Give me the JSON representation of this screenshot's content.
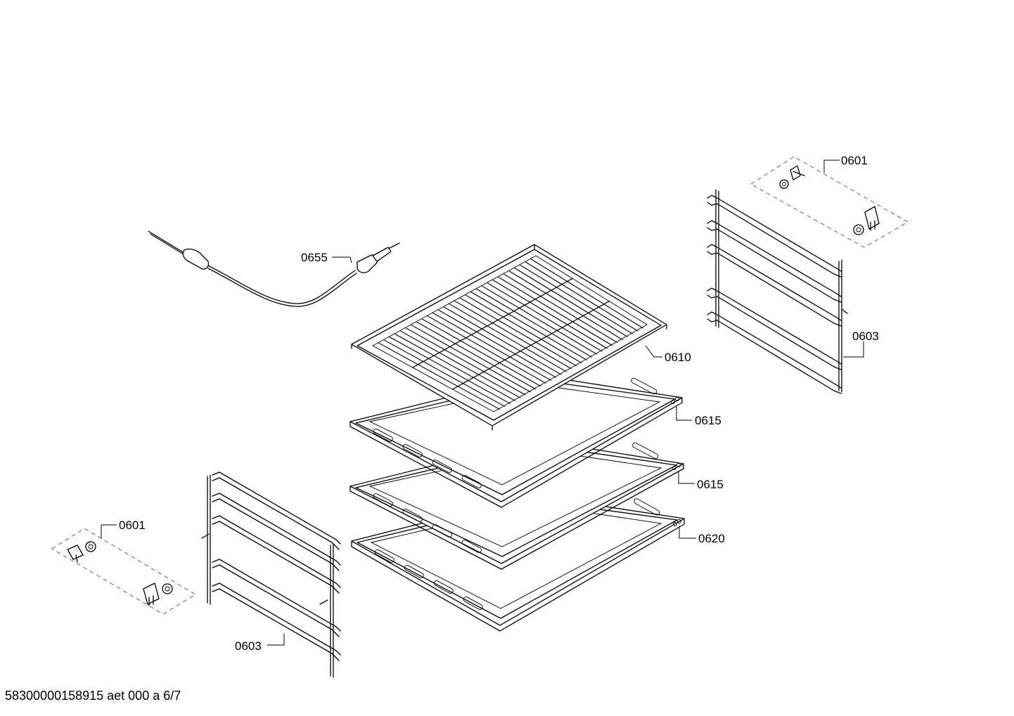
{
  "callouts": {
    "probe": "0655",
    "wire_rack": "0610",
    "tray_upper": "0615",
    "tray_middle": "0615",
    "tray_deep": "0620",
    "rail_right": "0603",
    "rail_left": "0603",
    "clips_right": "0601",
    "clips_left": "0601"
  },
  "footer": {
    "document_code": "58300000158915 aet 000 a 6/7"
  }
}
